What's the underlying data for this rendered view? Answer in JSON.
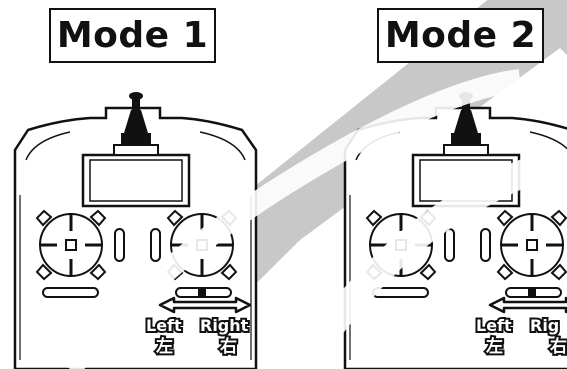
{
  "modes": [
    {
      "title": "Mode 1",
      "left_label": "Left",
      "right_label": "Right",
      "left_label_cn": "左",
      "right_label_cn": "右"
    },
    {
      "title": "Mode 2",
      "left_label": "Left",
      "right_label": "Rig",
      "left_label_cn": "左",
      "right_label_cn": "右"
    }
  ],
  "colors": {
    "line": "#111111",
    "background": "#ffffff",
    "watermark": "#9a9a9a"
  }
}
